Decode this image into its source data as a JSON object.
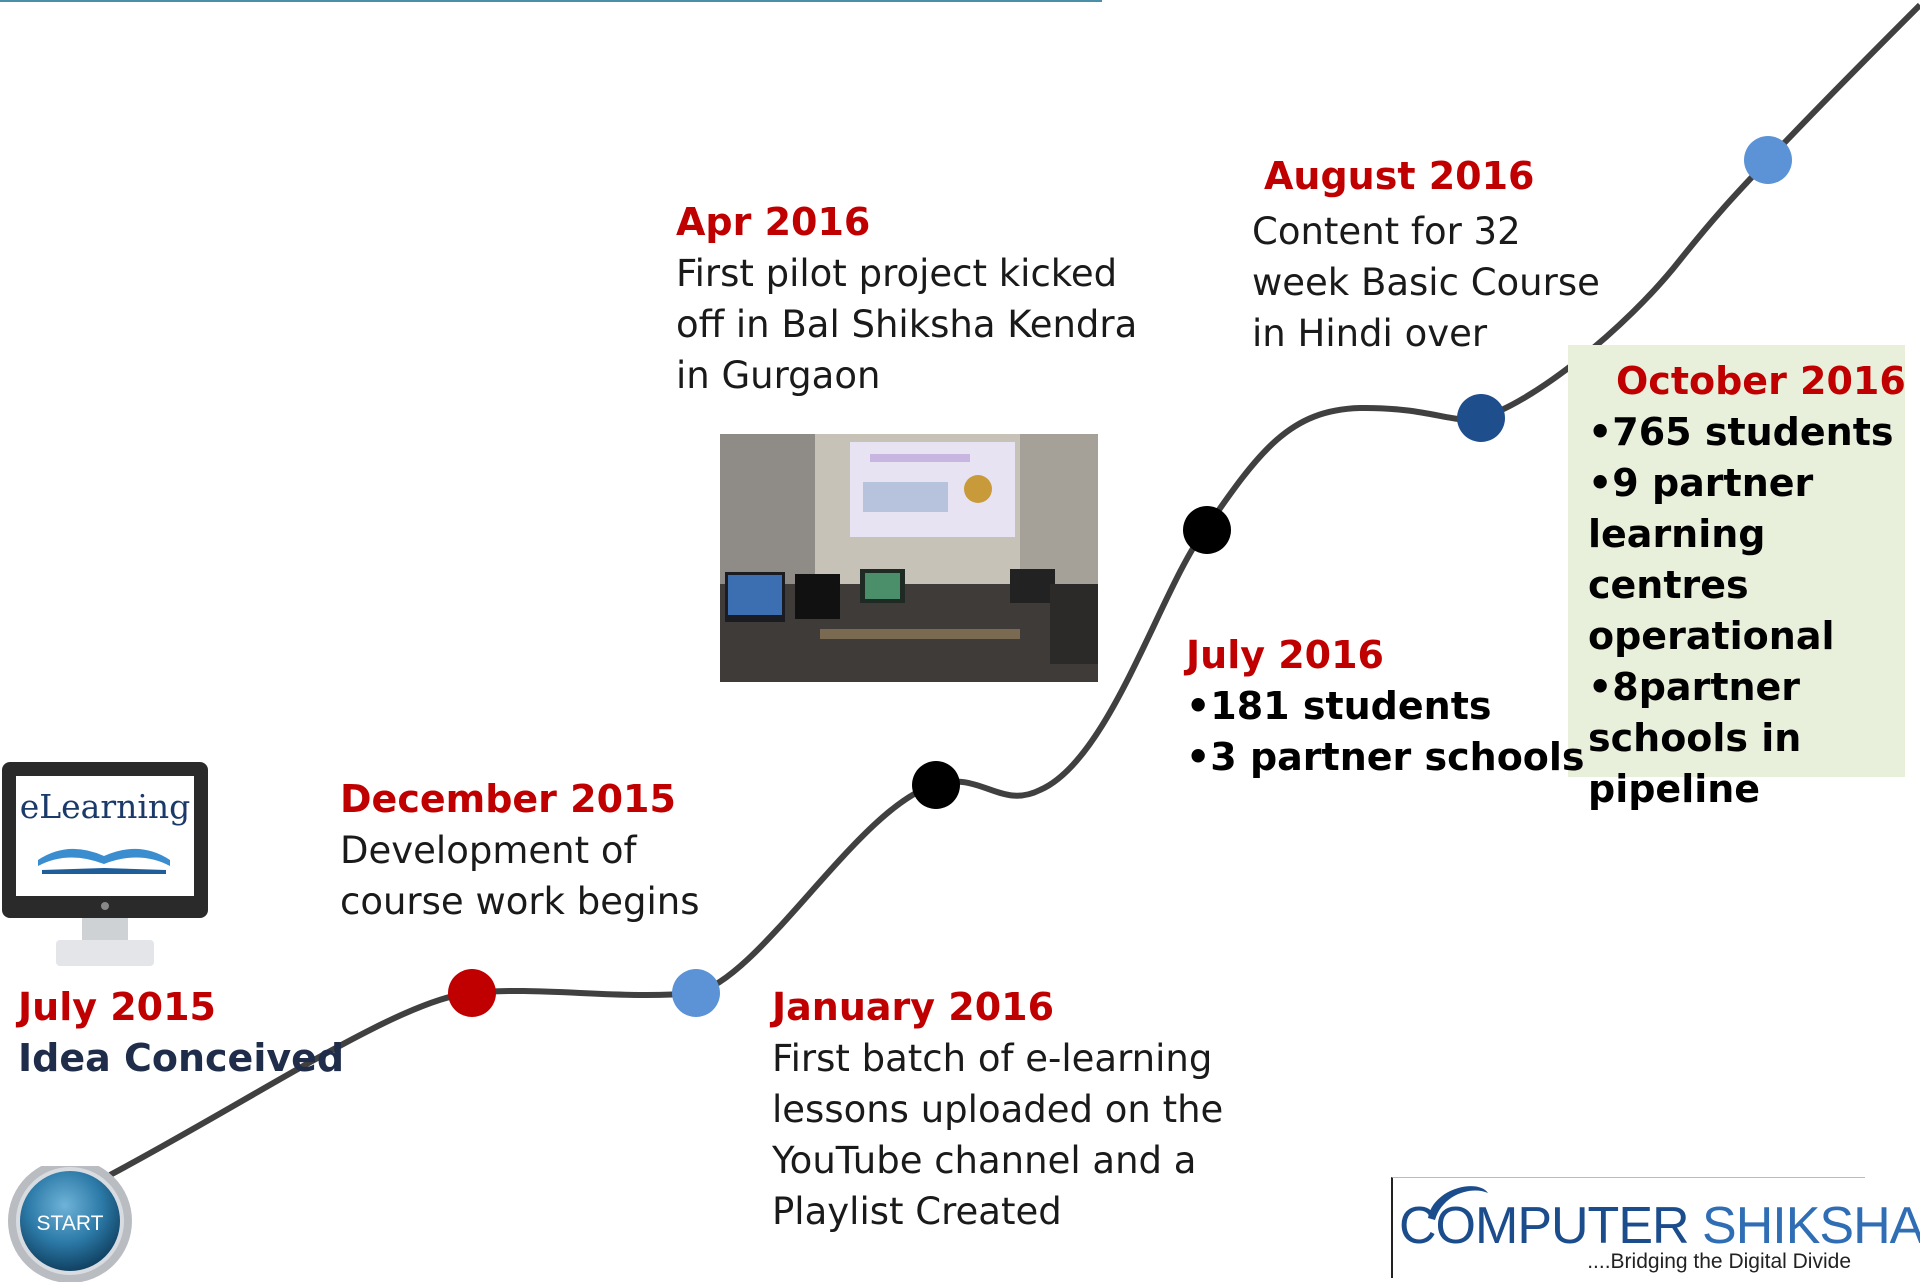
{
  "start_button": {
    "label": "START"
  },
  "monitor": {
    "label": "eLearning"
  },
  "milestones": {
    "july2015": {
      "date": "July 2015",
      "text": "Idea Conceived"
    },
    "dec2015": {
      "date": "December 2015",
      "text": "Development of\ncourse work begins"
    },
    "jan2016": {
      "date": "January 2016",
      "text": "First batch of e-learning\nlessons uploaded on the\nYouTube channel and a\nPlaylist Created"
    },
    "apr2016": {
      "date": "Apr 2016",
      "text": "First pilot project kicked\noff in Bal Shiksha Kendra\nin Gurgaon"
    },
    "july2016": {
      "date": "July 2016",
      "bullets": [
        "•181 students",
        "•3 partner schools"
      ]
    },
    "aug2016": {
      "date": "August 2016",
      "text": "Content for  32\nweek Basic Course\nin Hindi over"
    },
    "oct2016": {
      "date": "October 2016",
      "bullets": [
        "•765 students",
        "•9 partner",
        "learning centres",
        "operational",
        "•8partner",
        "schools in",
        "pipeline"
      ]
    }
  },
  "markers": [
    {
      "name": "marker-dec2015",
      "color": "#c00000"
    },
    {
      "name": "marker-jan2016",
      "color": "#5b93d6"
    },
    {
      "name": "marker-mar2016",
      "color": "#000000"
    },
    {
      "name": "marker-june2016",
      "color": "#000000"
    },
    {
      "name": "marker-aug2016",
      "color": "#1f4e8c"
    },
    {
      "name": "marker-future",
      "color": "#5b93d6"
    }
  ],
  "logo": {
    "word1": "COMPUTER",
    "word2": "SHIKSHA",
    "tagline": "....Bridging the Digital Divide"
  },
  "colors": {
    "date": "#c00000",
    "line": "#404040",
    "green_box": "#e8f0dc"
  }
}
